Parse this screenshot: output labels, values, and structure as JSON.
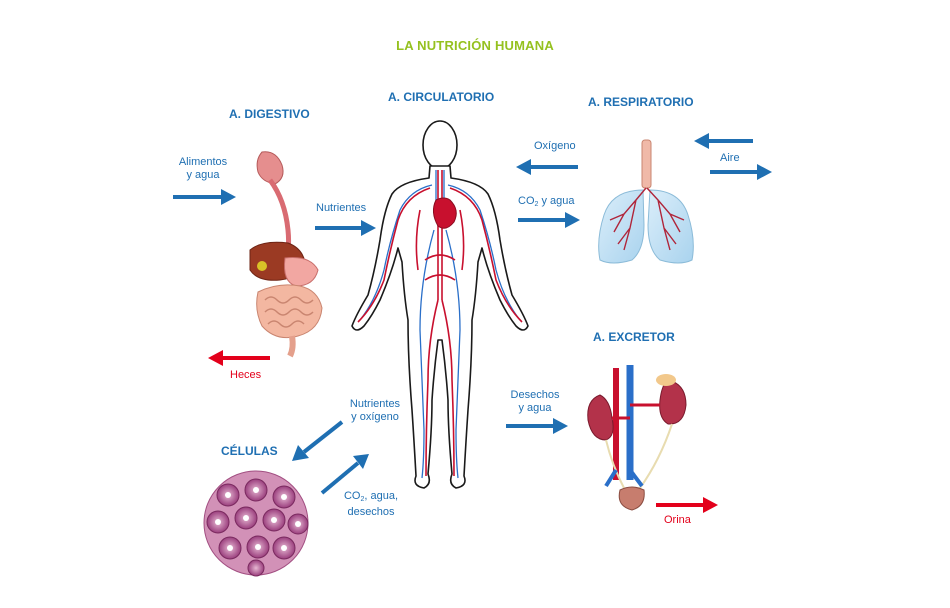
{
  "title": "LA NUTRICIÓN HUMANA",
  "sections": {
    "digestive": "A. DIGESTIVO",
    "circulatory": "A. CIRCULATORIO",
    "respiratory": "A. RESPIRATORIO",
    "excretory": "A. EXCRETOR",
    "cells": "CÉLULAS"
  },
  "labels": {
    "food_water_1": "Alimentos",
    "food_water_2": "y agua",
    "nutrients": "Nutrientes",
    "feces": "Heces",
    "oxygen": "Oxígeno",
    "co2_prefix": "CO",
    "co2_sub": "2",
    "co2_water_suffix": " y agua",
    "air": "Aire",
    "nutrients_oxygen_1": "Nutrientes",
    "nutrients_oxygen_2": "y oxígeno",
    "co2_water_waste_suffix": ", agua,",
    "waste_line": "desechos",
    "waste_water_1": "Desechos",
    "waste_water_2": "y agua",
    "urine": "Orina"
  },
  "colors": {
    "title": "#95c11f",
    "heading": "#1f6fb2",
    "blue_arrow": "#1f6fb2",
    "red_arrow": "#e3001b",
    "artery": "#c8102e",
    "vein": "#2a6fc9"
  },
  "icons": [
    "human-body-circulatory",
    "digestive-system",
    "lungs",
    "kidneys-urinary",
    "cell-tissue"
  ]
}
